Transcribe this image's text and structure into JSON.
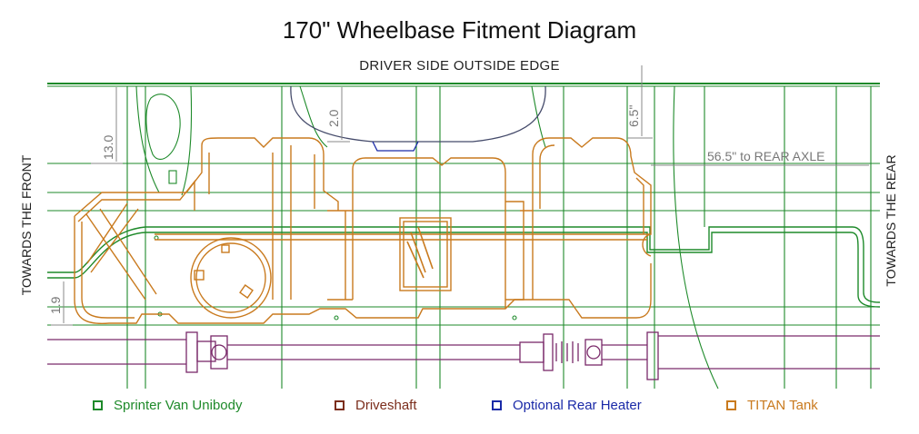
{
  "title": "170\" Wheelbase Fitment Diagram",
  "labels": {
    "top_edge": "DRIVER SIDE OUTSIDE EDGE",
    "front": "TOWARDS THE FRONT",
    "rear": "TOWARDS THE REAR"
  },
  "dimensions": {
    "d13": "13.0",
    "d2": "2.0",
    "d65": "6.5\"",
    "d19": "1.9",
    "rear_axle": "56.5\" to REAR AXLE"
  },
  "legend": [
    {
      "label": "Sprinter Van Unibody",
      "color": "#1e8a2a"
    },
    {
      "label": "Driveshaft",
      "color": "#7b2d1c"
    },
    {
      "label": "Optional Rear Heater",
      "color": "#1a2aa8"
    },
    {
      "label": "TITAN Tank",
      "color": "#c97a1e"
    }
  ],
  "colors": {
    "unibody": "#1e8a2a",
    "driveshaft": "#7a2a6a",
    "heater": "#1a2aa8",
    "tank": "#c97a1e",
    "dimension": "#888888"
  }
}
